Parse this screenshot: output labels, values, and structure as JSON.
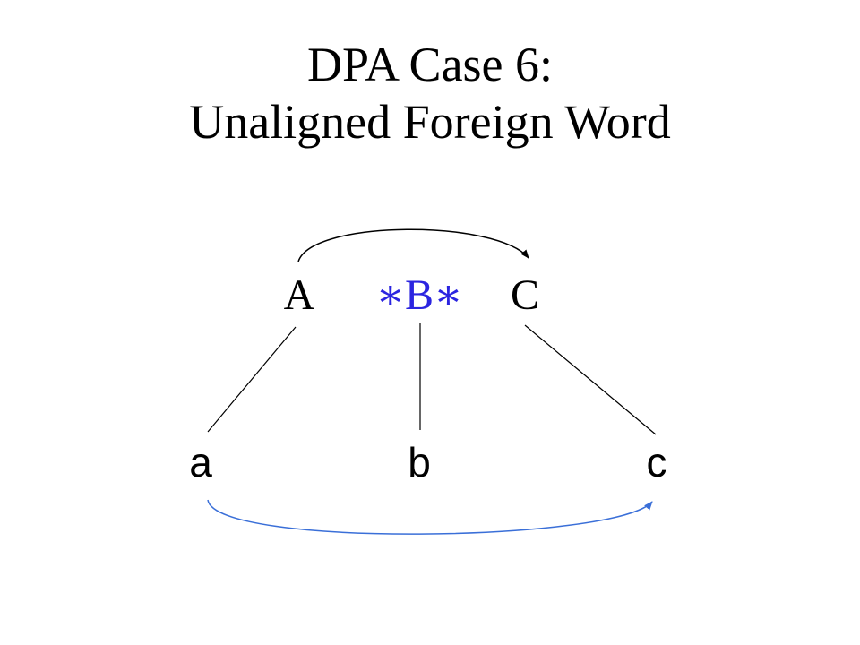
{
  "title": {
    "line1": "DPA Case 6:",
    "line2": "Unaligned Foreign Word"
  },
  "diagram": {
    "upper_nodes": [
      "A",
      "∗B∗",
      "C"
    ],
    "lower_nodes": [
      "a",
      "b",
      "c"
    ],
    "colors": {
      "text": "#000000",
      "highlight_node": "#2b24e0",
      "upper_arc": "#000000",
      "lower_arc": "#3a6fd8",
      "edges": "#000000"
    },
    "edges": [
      {
        "from": "A",
        "to": "a"
      },
      {
        "from": "∗B∗",
        "to": "b"
      },
      {
        "from": "C",
        "to": "c"
      }
    ],
    "arcs": [
      {
        "from": "A",
        "to": "C",
        "row": "upper"
      },
      {
        "from": "a",
        "to": "c",
        "row": "lower"
      }
    ]
  }
}
